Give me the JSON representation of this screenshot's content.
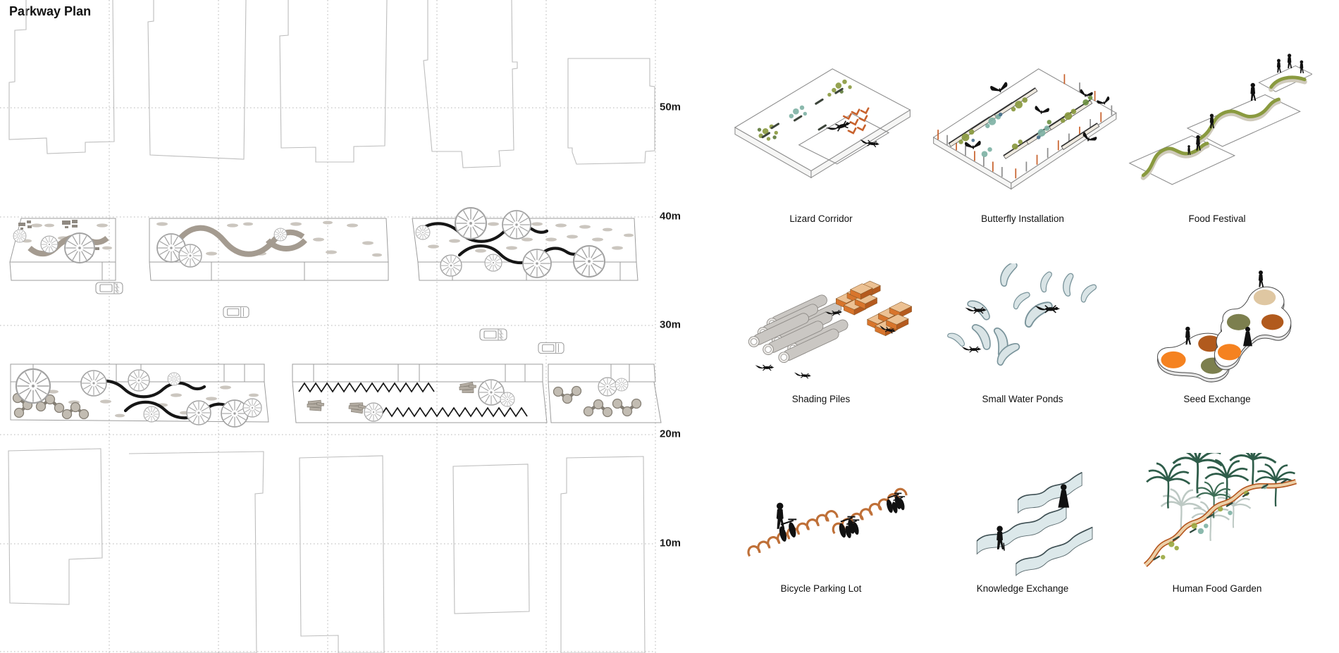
{
  "title": "Parkway Plan",
  "plan": {
    "scale_labels": [
      {
        "label": "50m"
      },
      {
        "label": "40m"
      },
      {
        "label": "30m"
      },
      {
        "label": "20m"
      },
      {
        "label": "10m"
      }
    ]
  },
  "cards": [
    {
      "id": "lizard-corridor",
      "label": "Lizard Corridor"
    },
    {
      "id": "butterfly-installation",
      "label": "Butterfly Installation"
    },
    {
      "id": "food-festival",
      "label": "Food Festival"
    },
    {
      "id": "shading-piles",
      "label": "Shading Piles"
    },
    {
      "id": "small-water-ponds",
      "label": "Small Water Ponds"
    },
    {
      "id": "seed-exchange",
      "label": "Seed Exchange"
    },
    {
      "id": "bicycle-parking-lot",
      "label": "Bicycle Parking Lot"
    },
    {
      "id": "knowledge-exchange",
      "label": "Knowledge Exchange"
    },
    {
      "id": "human-food-garden",
      "label": "Human Food Garden"
    }
  ],
  "palette": {
    "ink": "#161616",
    "plan_line": "#bdbdbd",
    "grid_line": "#b4b4b4",
    "path_gray": "#a49b90",
    "accent_orange": "#c8622d",
    "brick_orange": "#d8752c",
    "olive_green": "#8a9a3f",
    "teal_green": "#7fb2a5",
    "palm_green": "#2f5d4a",
    "water_blue": "#d9e4e6",
    "basin_orange": "#f58220",
    "basin_olive": "#7c7f4e",
    "basin_rust": "#b15a1d",
    "basin_beige": "#dfc7a2"
  }
}
